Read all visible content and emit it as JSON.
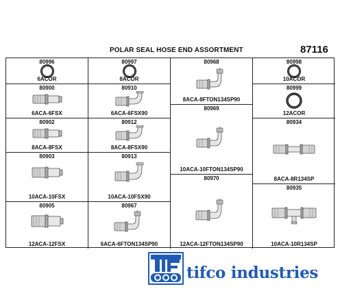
{
  "header": {
    "title": "POLAR SEAL HOSE END ASSORTMENT",
    "kit_number": "87116"
  },
  "cells": [
    {
      "part": "80996",
      "name": "6ACOR",
      "icon": "o-ring-icon"
    },
    {
      "part": "80997",
      "name": "8ACOR",
      "icon": "o-ring-icon"
    },
    {
      "part": "80968",
      "name": "8ACA-8FTON134SP90",
      "icon": "elbow-fitting-icon"
    },
    {
      "part": "80998",
      "name": "10ACOR",
      "icon": "o-ring-icon"
    },
    {
      "part": "80900",
      "name": "6ACA-6FSX",
      "icon": "straight-fitting-icon"
    },
    {
      "part": "80910",
      "name": "6ACA-6FSX90",
      "icon": "elbow-fitting-icon"
    },
    {
      "part": "80999",
      "name": "12ACOR",
      "icon": "o-ring-icon"
    },
    {
      "part": "80969",
      "name": "10ACA-10FTON134SP90",
      "icon": "elbow-fitting-icon"
    },
    {
      "part": "80902",
      "name": "8ACA-8FSX",
      "icon": "straight-fitting-icon"
    },
    {
      "part": "80912",
      "name": "8ACA-8FSX90",
      "icon": "elbow-fitting-icon"
    },
    {
      "part": "80934",
      "name": "8ACA-8R134SP",
      "icon": "splice-fitting-icon"
    },
    {
      "part": "80903",
      "name": "10ACA-10FSX",
      "icon": "straight-fitting-icon"
    },
    {
      "part": "80913",
      "name": "10ACA-10FSX90",
      "icon": "elbow-fitting-icon"
    },
    {
      "part": "80970",
      "name": "12ACA-12FTON134SP90",
      "icon": "elbow-fitting-icon"
    },
    {
      "part": "80935",
      "name": "10ACA-10R134SP",
      "icon": "splice-fitting-icon"
    },
    {
      "part": "80905",
      "name": "12ACA-12FSX",
      "icon": "straight-fitting-icon"
    },
    {
      "part": "80967",
      "name": "6ACA-6FTON134SP90",
      "icon": "elbow-fitting-icon"
    }
  ],
  "logo": {
    "brand_text": "tifco industries",
    "mark_text": "TIFCO",
    "brand_color": "#1e5bb8",
    "mark_color": "#1e5bb8"
  }
}
